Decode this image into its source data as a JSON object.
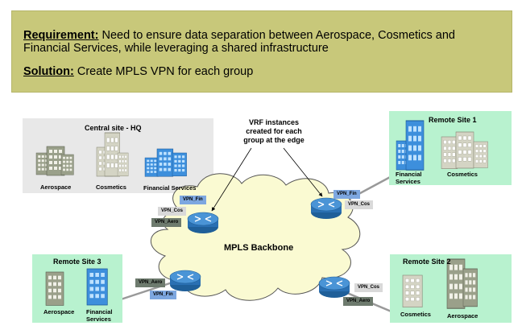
{
  "requirement": {
    "label": "Requirement:",
    "text_line1": " Need to ensure data separation between Aerospace, Cosmetics and",
    "text_line2": "Financial Services, while leveraging a shared infrastructure",
    "solution_label": "Solution:",
    "solution_text": " Create MPLS VPN for each group"
  },
  "callout": {
    "line1": "VRF instances",
    "line2": "created for each",
    "line3": "group at the edge"
  },
  "backbone": {
    "label": "MPLS Backbone"
  },
  "central_site": {
    "title": "Central site - HQ",
    "aerospace": "Aerospace",
    "cosmetics": "Cosmetics",
    "financial": "Financial Services",
    "vpn_fin": "VPN_Fin",
    "vpn_cos": "VPN_Cos",
    "vpn_aero": "VPN_Aero"
  },
  "remote1": {
    "title": "Remote Site 1",
    "financial_l1": "Financial",
    "financial_l2": "Services",
    "cosmetics": "Cosmetics",
    "vpn_fin": "VPN_Fin",
    "vpn_cos": "VPN_Cos"
  },
  "remote2": {
    "title": "Remote Site 2",
    "cosmetics": "Cosmetics",
    "aerospace": "Aerospace",
    "vpn_cos": "VPN_Cos",
    "vpn_aero": "VPN_Aero"
  },
  "remote3": {
    "title": "Remote Site 3",
    "aerospace": "Aerospace",
    "financial_l1": "Financial",
    "financial_l2": "Services",
    "vpn_aero": "VPN_Aero",
    "vpn_fin": "VPN_Fin"
  },
  "colors": {
    "requirement_bg": "#c8c87a",
    "site_bg_green": "#b8f2cf",
    "site_bg_gray": "#e8e8e8",
    "router_blue": "#3a7fc0",
    "cloud_bg": "#fafad2",
    "vpn_fin": "#7da7e0",
    "vpn_cos": "#d9d9d9",
    "vpn_aero": "#6e7b6e"
  },
  "icons": [
    "building-icon",
    "router-icon",
    "cloud-icon"
  ]
}
